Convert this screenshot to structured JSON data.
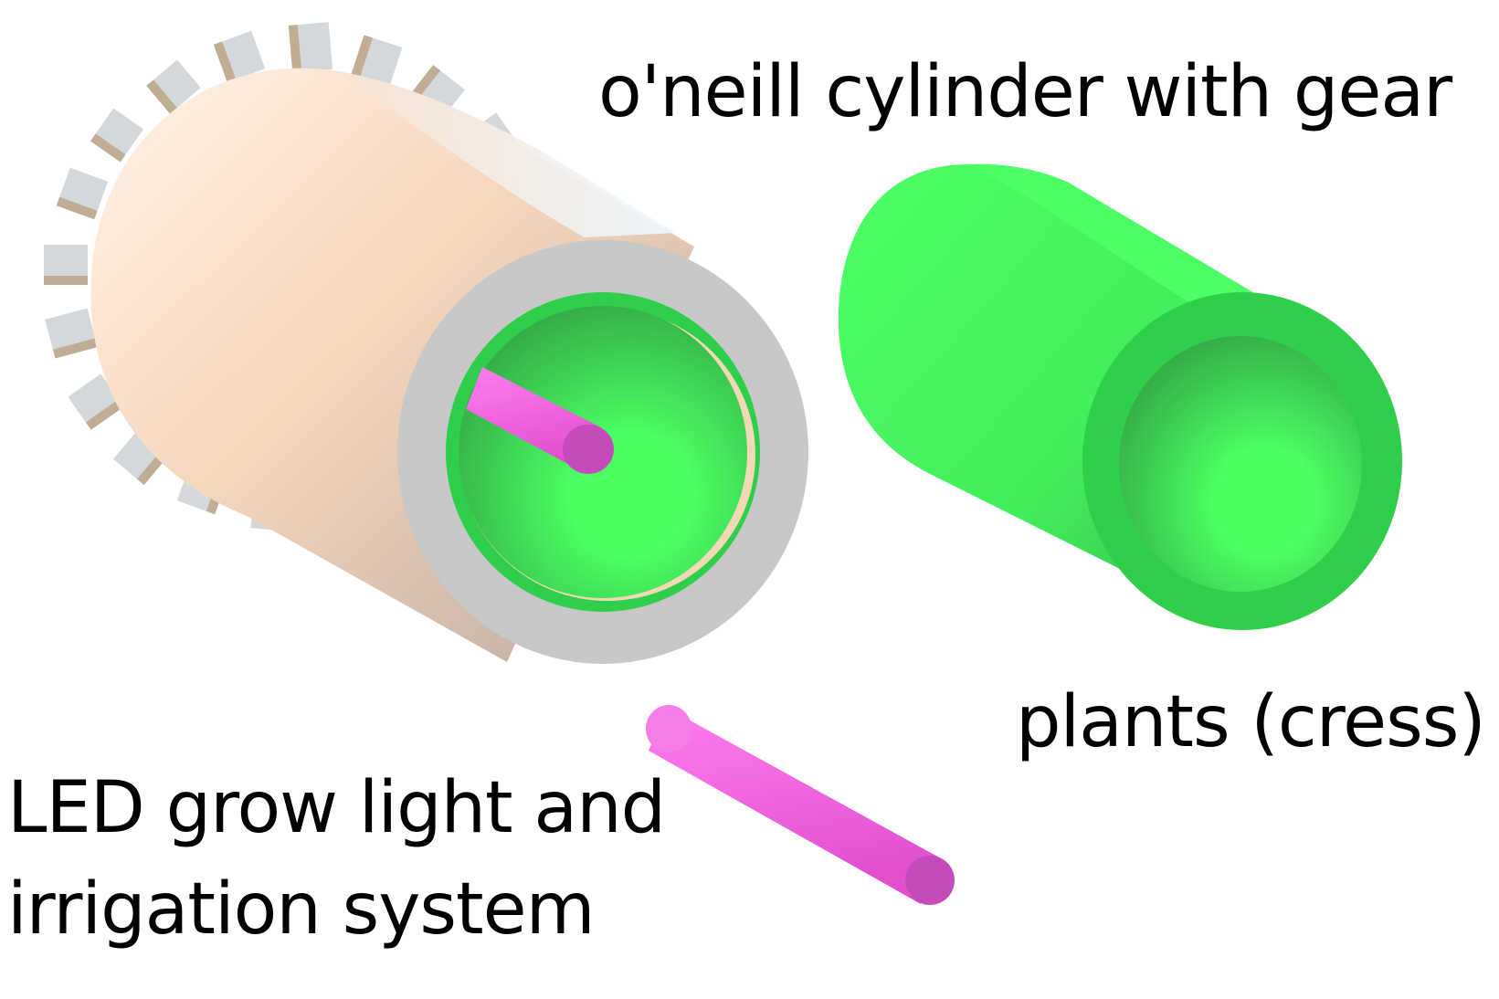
{
  "labels": {
    "cylinder": "o'neill cylinder with gear",
    "plants": "plants (cress)",
    "led_line1": "LED grow light and",
    "led_line2": "irrigation system"
  },
  "colors": {
    "background": "#ffffff",
    "cylinder_light": "#fde3cb",
    "cylinder_shadow": "#b9aca4",
    "cylinder_rim": "#c8c8c8",
    "gear_tooth": "#cfd3d6",
    "plants_green": "#47fd60",
    "plants_dark": "#2fcf4b",
    "led_magenta": "#f562d9",
    "led_end": "#c54bbb"
  }
}
